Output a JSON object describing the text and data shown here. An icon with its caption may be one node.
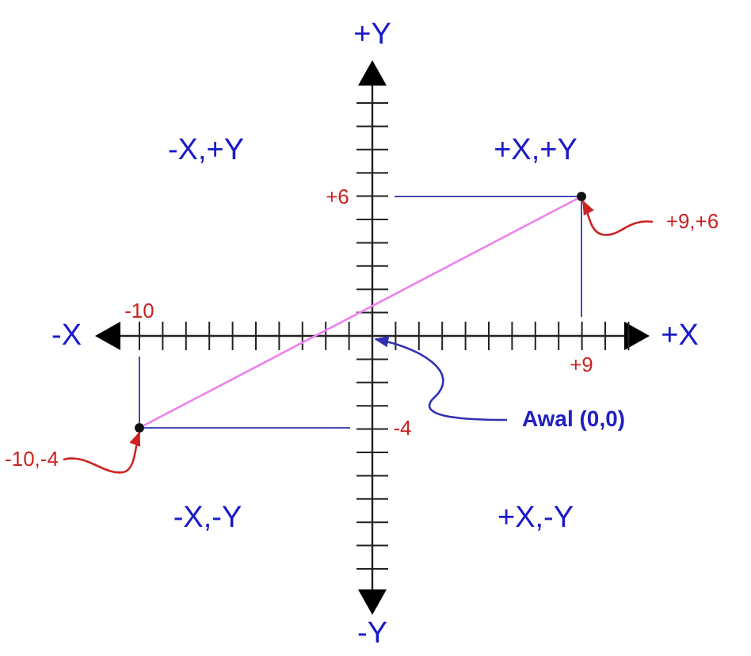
{
  "diagram": {
    "nodes": [
      {
        "text": [],
        "shape": "circle"
      },
      {
        "text": [
          "+9,+6"
        ]
      },
      {
        "text": [
          "-10,-4"
        ]
      },
      {
        "text": [],
        "shape": "circle"
      },
      {
        "text": [
          "Awal (0,0)"
        ]
      }
    ],
    "edges": [
      {
        "from": 1,
        "to": 0,
        "arrow": "to",
        "color": "#cc2222"
      },
      {
        "from": 2,
        "to": 3,
        "arrow": "to",
        "color": "#cc2222"
      },
      {
        "from": 4,
        "to": null,
        "arrow": "to",
        "color": "#3030b0"
      },
      {
        "from": 3,
        "to": 0,
        "arrow": "none",
        "color": "#ee82ee"
      }
    ],
    "labels": [
      "+Y",
      "-X,+Y",
      "+X,+Y",
      "+6",
      "-10",
      "-X",
      "+X",
      "+9",
      "-4",
      "-X,-Y",
      "+X,-Y",
      "-Y"
    ]
  }
}
